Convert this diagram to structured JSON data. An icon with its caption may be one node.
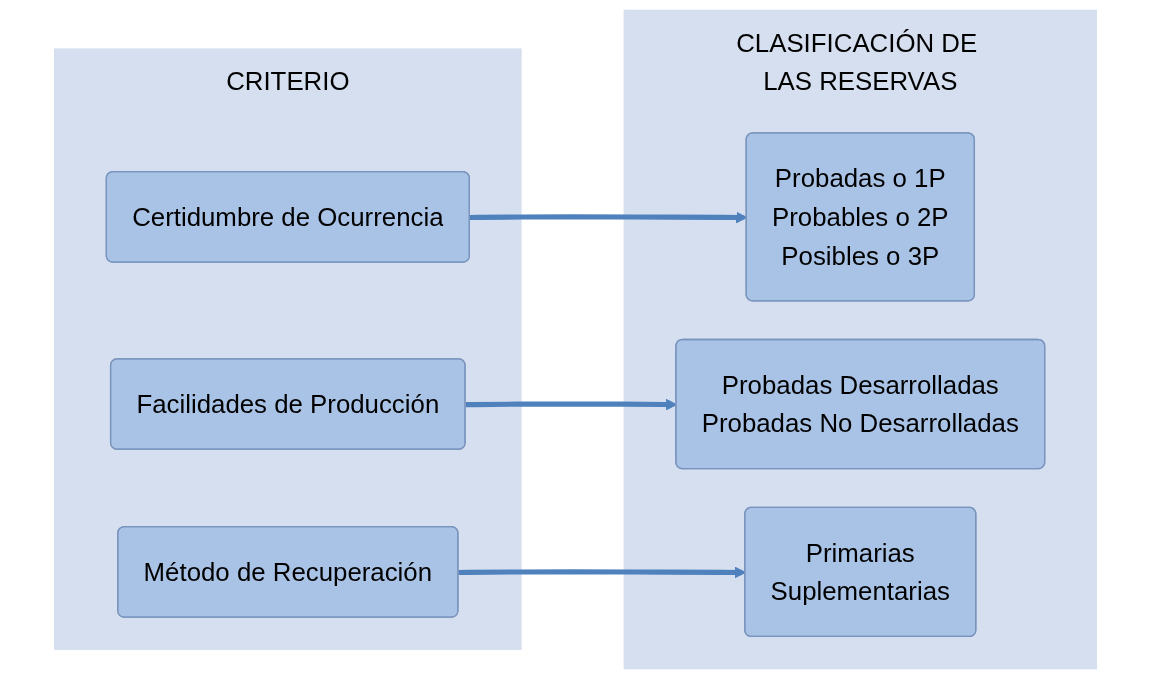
{
  "diagram": {
    "nodes": [
      {
        "text": [
          "CRITERIO"
        ]
      },
      {
        "text": [
          "Certidumbre de Ocurrencia"
        ],
        "in": 0
      },
      {
        "text": [
          "Facilidades de Producción"
        ],
        "in": 0
      },
      {
        "text": [
          "Método de Recuperación"
        ],
        "in": 0
      },
      {
        "text": [
          "CLASIFICACIÓN DE LAS RESERVAS"
        ]
      },
      {
        "text": [
          "Probadas o 1P",
          "Probables o 2P",
          "Posibles o 3P"
        ],
        "in": 4
      },
      {
        "text": [
          "Probadas Desarrolladas",
          "Probadas No Desarrolladas"
        ],
        "in": 4
      },
      {
        "text": [
          "Primarias",
          "Suplementarias"
        ],
        "in": 4
      }
    ],
    "edges": [
      {
        "from": 1,
        "to": 5,
        "arrow": "to"
      },
      {
        "from": 2,
        "to": 6,
        "arrow": "to"
      },
      {
        "from": 3,
        "to": 7,
        "arrow": "to"
      }
    ]
  }
}
